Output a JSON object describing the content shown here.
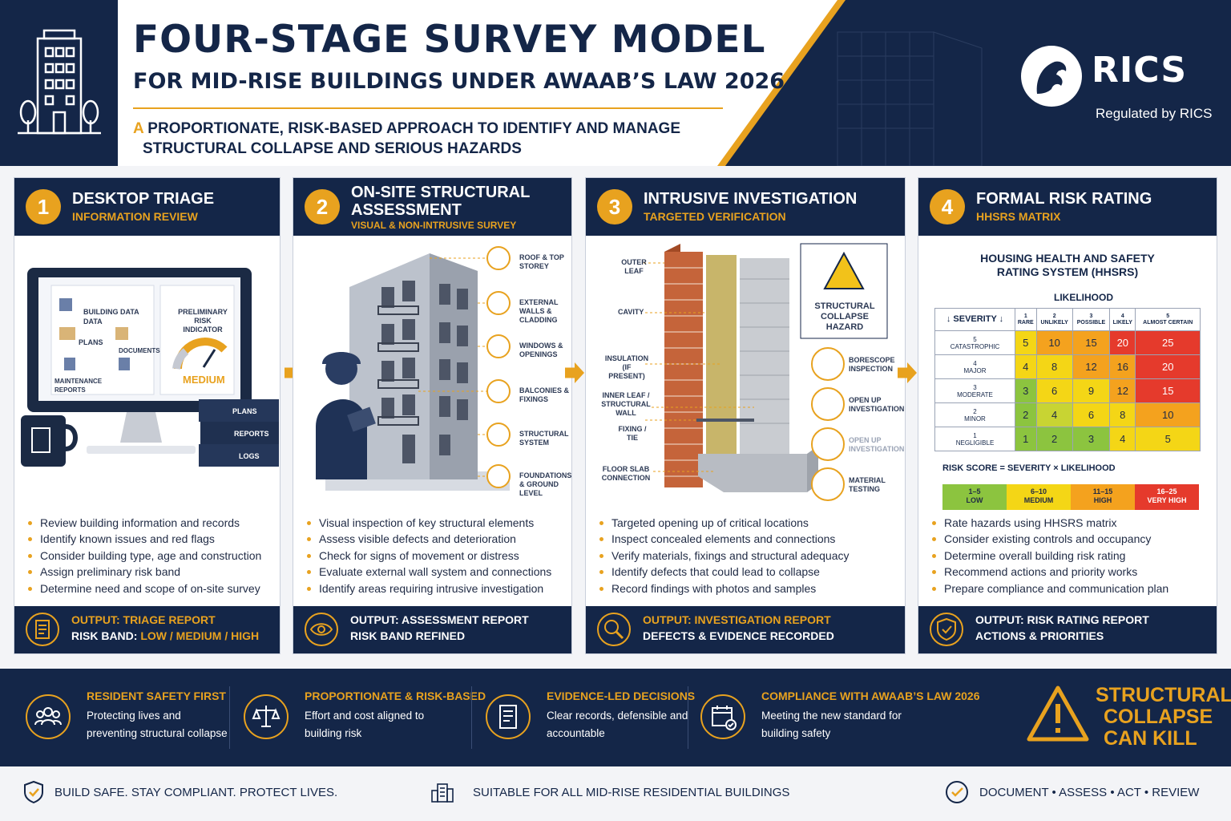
{
  "header": {
    "title": "FOUR-STAGE SURVEY MODEL",
    "subtitle": "FOR MID-RISE BUILDINGS UNDER AWAAB’S LAW 2026",
    "tagline_first": "A",
    "tagline_line1": " PROPORTIONATE, RISK-BASED APPROACH TO IDENTIFY AND MANAGE",
    "tagline_line2": "STRUCTURAL COLLAPSE AND SERIOUS HAZARDS",
    "logo_text": "RICS",
    "regulated": "Regulated by RICS"
  },
  "stages": [
    {
      "number": "1",
      "title": "DESKTOP TRIAGE",
      "subtitle": "INFORMATION REVIEW",
      "screen": {
        "building_data": "BUILDING DATA",
        "data": "DATA",
        "plans": "PLANS",
        "documents": "DOCUMENTS",
        "maintenance": "MAINTENANCE REPORTS",
        "indicator_title": "PRELIMINARY RISK INDICATOR",
        "indicator_value": "MEDIUM",
        "binders": [
          "PLANS",
          "REPORTS",
          "LOGS"
        ]
      },
      "bullets": [
        "Review building information and records",
        "Identify known issues and red flags",
        "Consider building type, age and construction",
        "Assign preliminary risk band",
        "Determine need and scope of on-site survey"
      ],
      "output_label": "OUTPUT: TRIAGE REPORT",
      "output_line2_prefix": "RISK BAND: ",
      "output_line2_value": "LOW / MEDIUM / HIGH"
    },
    {
      "number": "2",
      "title": "ON-SITE STRUCTURAL ASSESSMENT",
      "subtitle": "VISUAL & NON-INTRUSIVE SURVEY",
      "callouts": [
        "ROOF & TOP STOREY",
        "EXTERNAL WALLS & CLADDING",
        "WINDOWS & OPENINGS",
        "BALCONIES & FIXINGS",
        "STRUCTURAL SYSTEM",
        "FOUNDATIONS & GROUND LEVEL"
      ],
      "bullets": [
        "Visual inspection of key structural elements",
        "Assess visible defects and deterioration",
        "Check for signs of movement or distress",
        "Evaluate external wall system and connections",
        "Identify areas requiring intrusive investigation"
      ],
      "output_label": "OUTPUT: ASSESSMENT REPORT",
      "output_line2_prefix": "RISK BAND REFINED",
      "output_line2_value": ""
    },
    {
      "number": "3",
      "title": "INTRUSIVE INVESTIGATION",
      "subtitle": "TARGETED VERIFICATION",
      "wall_labels": [
        "OUTER LEAF",
        "CAVITY",
        "INSULATION (IF PRESENT)",
        "INNER LEAF / STRUCTURAL WALL",
        "FIXING / TIE",
        "FLOOR SLAB CONNECTION"
      ],
      "hazard_label": "STRUCTURAL COLLAPSE HAZARD",
      "methods": [
        "BORESCOPE INSPECTION",
        "OPEN UP INVESTIGATION",
        "OPEN UP INVESTIGATION",
        "MATERIAL TESTING"
      ],
      "bullets": [
        "Targeted opening up of critical locations",
        "Inspect concealed elements and connections",
        "Verify materials, fixings and structural adequacy",
        "Identify defects that could lead to collapse",
        "Record findings with photos and samples"
      ],
      "output_label": "OUTPUT: INVESTIGATION REPORT",
      "output_line2_prefix": "DEFECTS & EVIDENCE RECORDED",
      "output_line2_value": ""
    },
    {
      "number": "4",
      "title": "FORMAL RISK RATING",
      "subtitle": "HHSRS MATRIX",
      "bullets": [
        "Rate hazards using HHSRS matrix",
        "Consider existing controls and occupancy",
        "Determine overall building risk rating",
        "Recommend actions and priority works",
        "Prepare compliance and communication plan"
      ],
      "output_label": "OUTPUT: RISK RATING REPORT",
      "output_line2_prefix": "ACTIONS & PRIORITIES",
      "output_line2_value": ""
    }
  ],
  "matrix": {
    "title_line1": "HOUSING HEALTH AND SAFETY",
    "title_line2": "RATING SYSTEM (HHSRS)",
    "likelihood_label": "LIKELIHOOD",
    "severity_label": "SEVERITY",
    "likelihood_columns": [
      {
        "n": "1",
        "label": "RARE"
      },
      {
        "n": "2",
        "label": "UNLIKELY"
      },
      {
        "n": "3",
        "label": "POSSIBLE"
      },
      {
        "n": "4",
        "label": "LIKELY"
      },
      {
        "n": "5",
        "label": "ALMOST CERTAIN"
      }
    ],
    "rows": [
      {
        "n": "5",
        "label": "CATASTROPHIC",
        "values": [
          5,
          10,
          15,
          20,
          25
        ]
      },
      {
        "n": "4",
        "label": "MAJOR",
        "values": [
          4,
          8,
          12,
          16,
          20
        ]
      },
      {
        "n": "3",
        "label": "MODERATE",
        "values": [
          3,
          6,
          9,
          12,
          15
        ]
      },
      {
        "n": "2",
        "label": "MINOR",
        "values": [
          2,
          4,
          6,
          8,
          10
        ]
      },
      {
        "n": "1",
        "label": "NEGLIGIBLE",
        "values": [
          1,
          2,
          3,
          4,
          5
        ]
      }
    ],
    "risk_score_label": "RISK SCORE = SEVERITY × LIKELIHOOD",
    "bands": [
      {
        "range": "1–5",
        "label": "LOW",
        "color": "#8cc43f"
      },
      {
        "range": "6–10",
        "label": "MEDIUM",
        "color": "#f4d616"
      },
      {
        "range": "11–15",
        "label": "HIGH",
        "color": "#f4a21e"
      },
      {
        "range": "16–25",
        "label": "VERY HIGH",
        "color": "#e53a2c"
      }
    ]
  },
  "principles": [
    {
      "heading": "RESIDENT SAFETY FIRST",
      "text": "Protecting lives and preventing structural collapse",
      "icon": "people-icon"
    },
    {
      "heading": "PROPORTIONATE & RISK-BASED",
      "text": "Effort and cost aligned to building risk",
      "icon": "scales-icon"
    },
    {
      "heading": "EVIDENCE-LED DECISIONS",
      "text": "Clear records, defensible and accountable",
      "icon": "document-icon"
    },
    {
      "heading": "COMPLIANCE WITH AWAAB’S LAW 2026",
      "text": "Meeting the new standard for building safety",
      "icon": "calendar-icon"
    }
  ],
  "warning": {
    "line1": "STRUCTURAL",
    "line2": "COLLAPSE",
    "line3": "CAN KILL"
  },
  "footer": {
    "left": "BUILD SAFE. STAY COMPLIANT. PROTECT LIVES.",
    "center": "SUITABLE FOR ALL MID-RISE RESIDENTIAL BUILDINGS",
    "right": "DOCUMENT • ASSESS • ACT • REVIEW"
  },
  "colors": {
    "navy": "#142648",
    "gold": "#e8a21f"
  }
}
